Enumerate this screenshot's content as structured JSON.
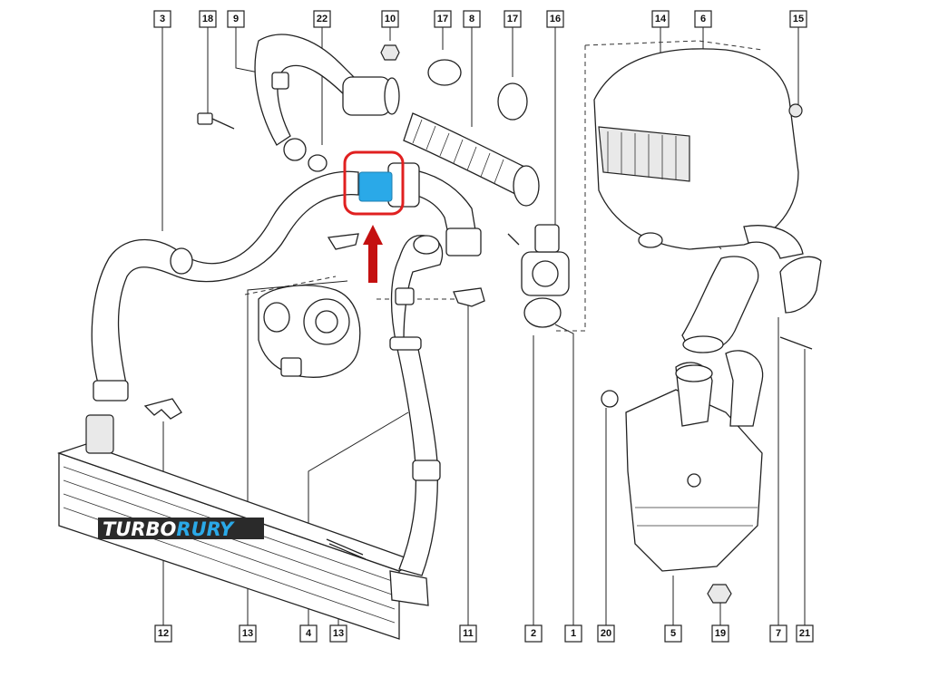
{
  "colors": {
    "highlight_fill": "#2aa9e8",
    "highlight_ring": "#e02020",
    "arrow": "#c41010",
    "logo_blue": "#2aa9e8"
  },
  "logo": {
    "part1": "TURBO",
    "part2": "RURY"
  },
  "callouts": [
    {
      "id": "c3",
      "label": "3"
    },
    {
      "id": "c18",
      "label": "18"
    },
    {
      "id": "c9",
      "label": "9"
    },
    {
      "id": "c22",
      "label": "22"
    },
    {
      "id": "c10",
      "label": "10"
    },
    {
      "id": "c17a",
      "label": "17"
    },
    {
      "id": "c8",
      "label": "8"
    },
    {
      "id": "c17b",
      "label": "17"
    },
    {
      "id": "c16",
      "label": "16"
    },
    {
      "id": "c14",
      "label": "14"
    },
    {
      "id": "c6",
      "label": "6"
    },
    {
      "id": "c15",
      "label": "15"
    },
    {
      "id": "c12",
      "label": "12"
    },
    {
      "id": "c13a",
      "label": "13"
    },
    {
      "id": "c4",
      "label": "4"
    },
    {
      "id": "c13b",
      "label": "13"
    },
    {
      "id": "c11",
      "label": "11"
    },
    {
      "id": "c2",
      "label": "2"
    },
    {
      "id": "c1",
      "label": "1"
    },
    {
      "id": "c20",
      "label": "20"
    },
    {
      "id": "c5",
      "label": "5"
    },
    {
      "id": "c19",
      "label": "19"
    },
    {
      "id": "c7",
      "label": "7"
    },
    {
      "id": "c21",
      "label": "21"
    }
  ]
}
